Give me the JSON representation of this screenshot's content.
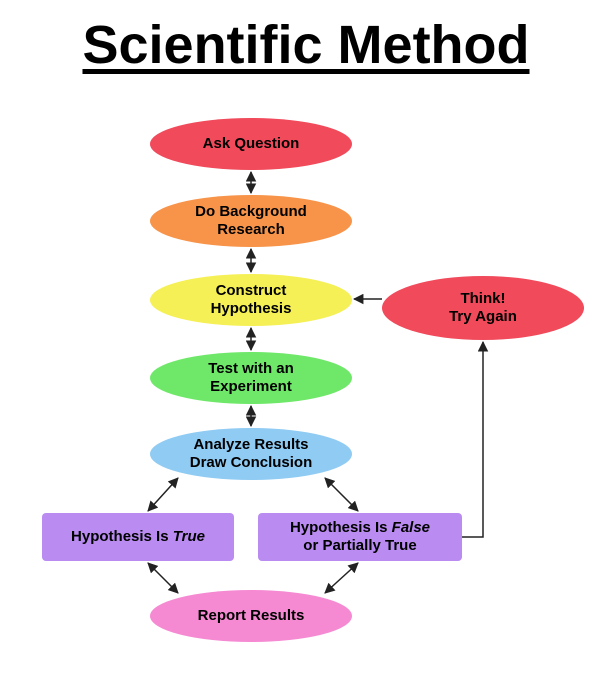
{
  "title": "Scientific Method",
  "nodes": {
    "ask_question": "Ask Question",
    "background_research": {
      "line1": "Do Background",
      "line2": "Research"
    },
    "construct_hypothesis": {
      "line1": "Construct",
      "line2": "Hypothesis"
    },
    "think_try_again": {
      "line1": "Think!",
      "line2": "Try Again"
    },
    "test_experiment": {
      "line1": "Test with an",
      "line2": "Experiment"
    },
    "analyze_results": {
      "line1": "Analyze Results",
      "line2": "Draw Conclusion"
    },
    "hypothesis_true": {
      "prefix": "Hypothesis Is ",
      "emph": "True"
    },
    "hypothesis_false": {
      "prefix": "Hypothesis Is ",
      "emph": "False",
      "line2": "or Partially True"
    },
    "report_results": "Report Results"
  },
  "colors": {
    "ask_question": "#f04a5b",
    "background_research": "#f7944a",
    "construct_hypothesis": "#f5f056",
    "think_try_again": "#f04a5b",
    "test_experiment": "#6fe86a",
    "analyze_results": "#8fcbf3",
    "hypothesis_outcomes": "#ba8cf2",
    "report_results": "#f58ad2"
  }
}
